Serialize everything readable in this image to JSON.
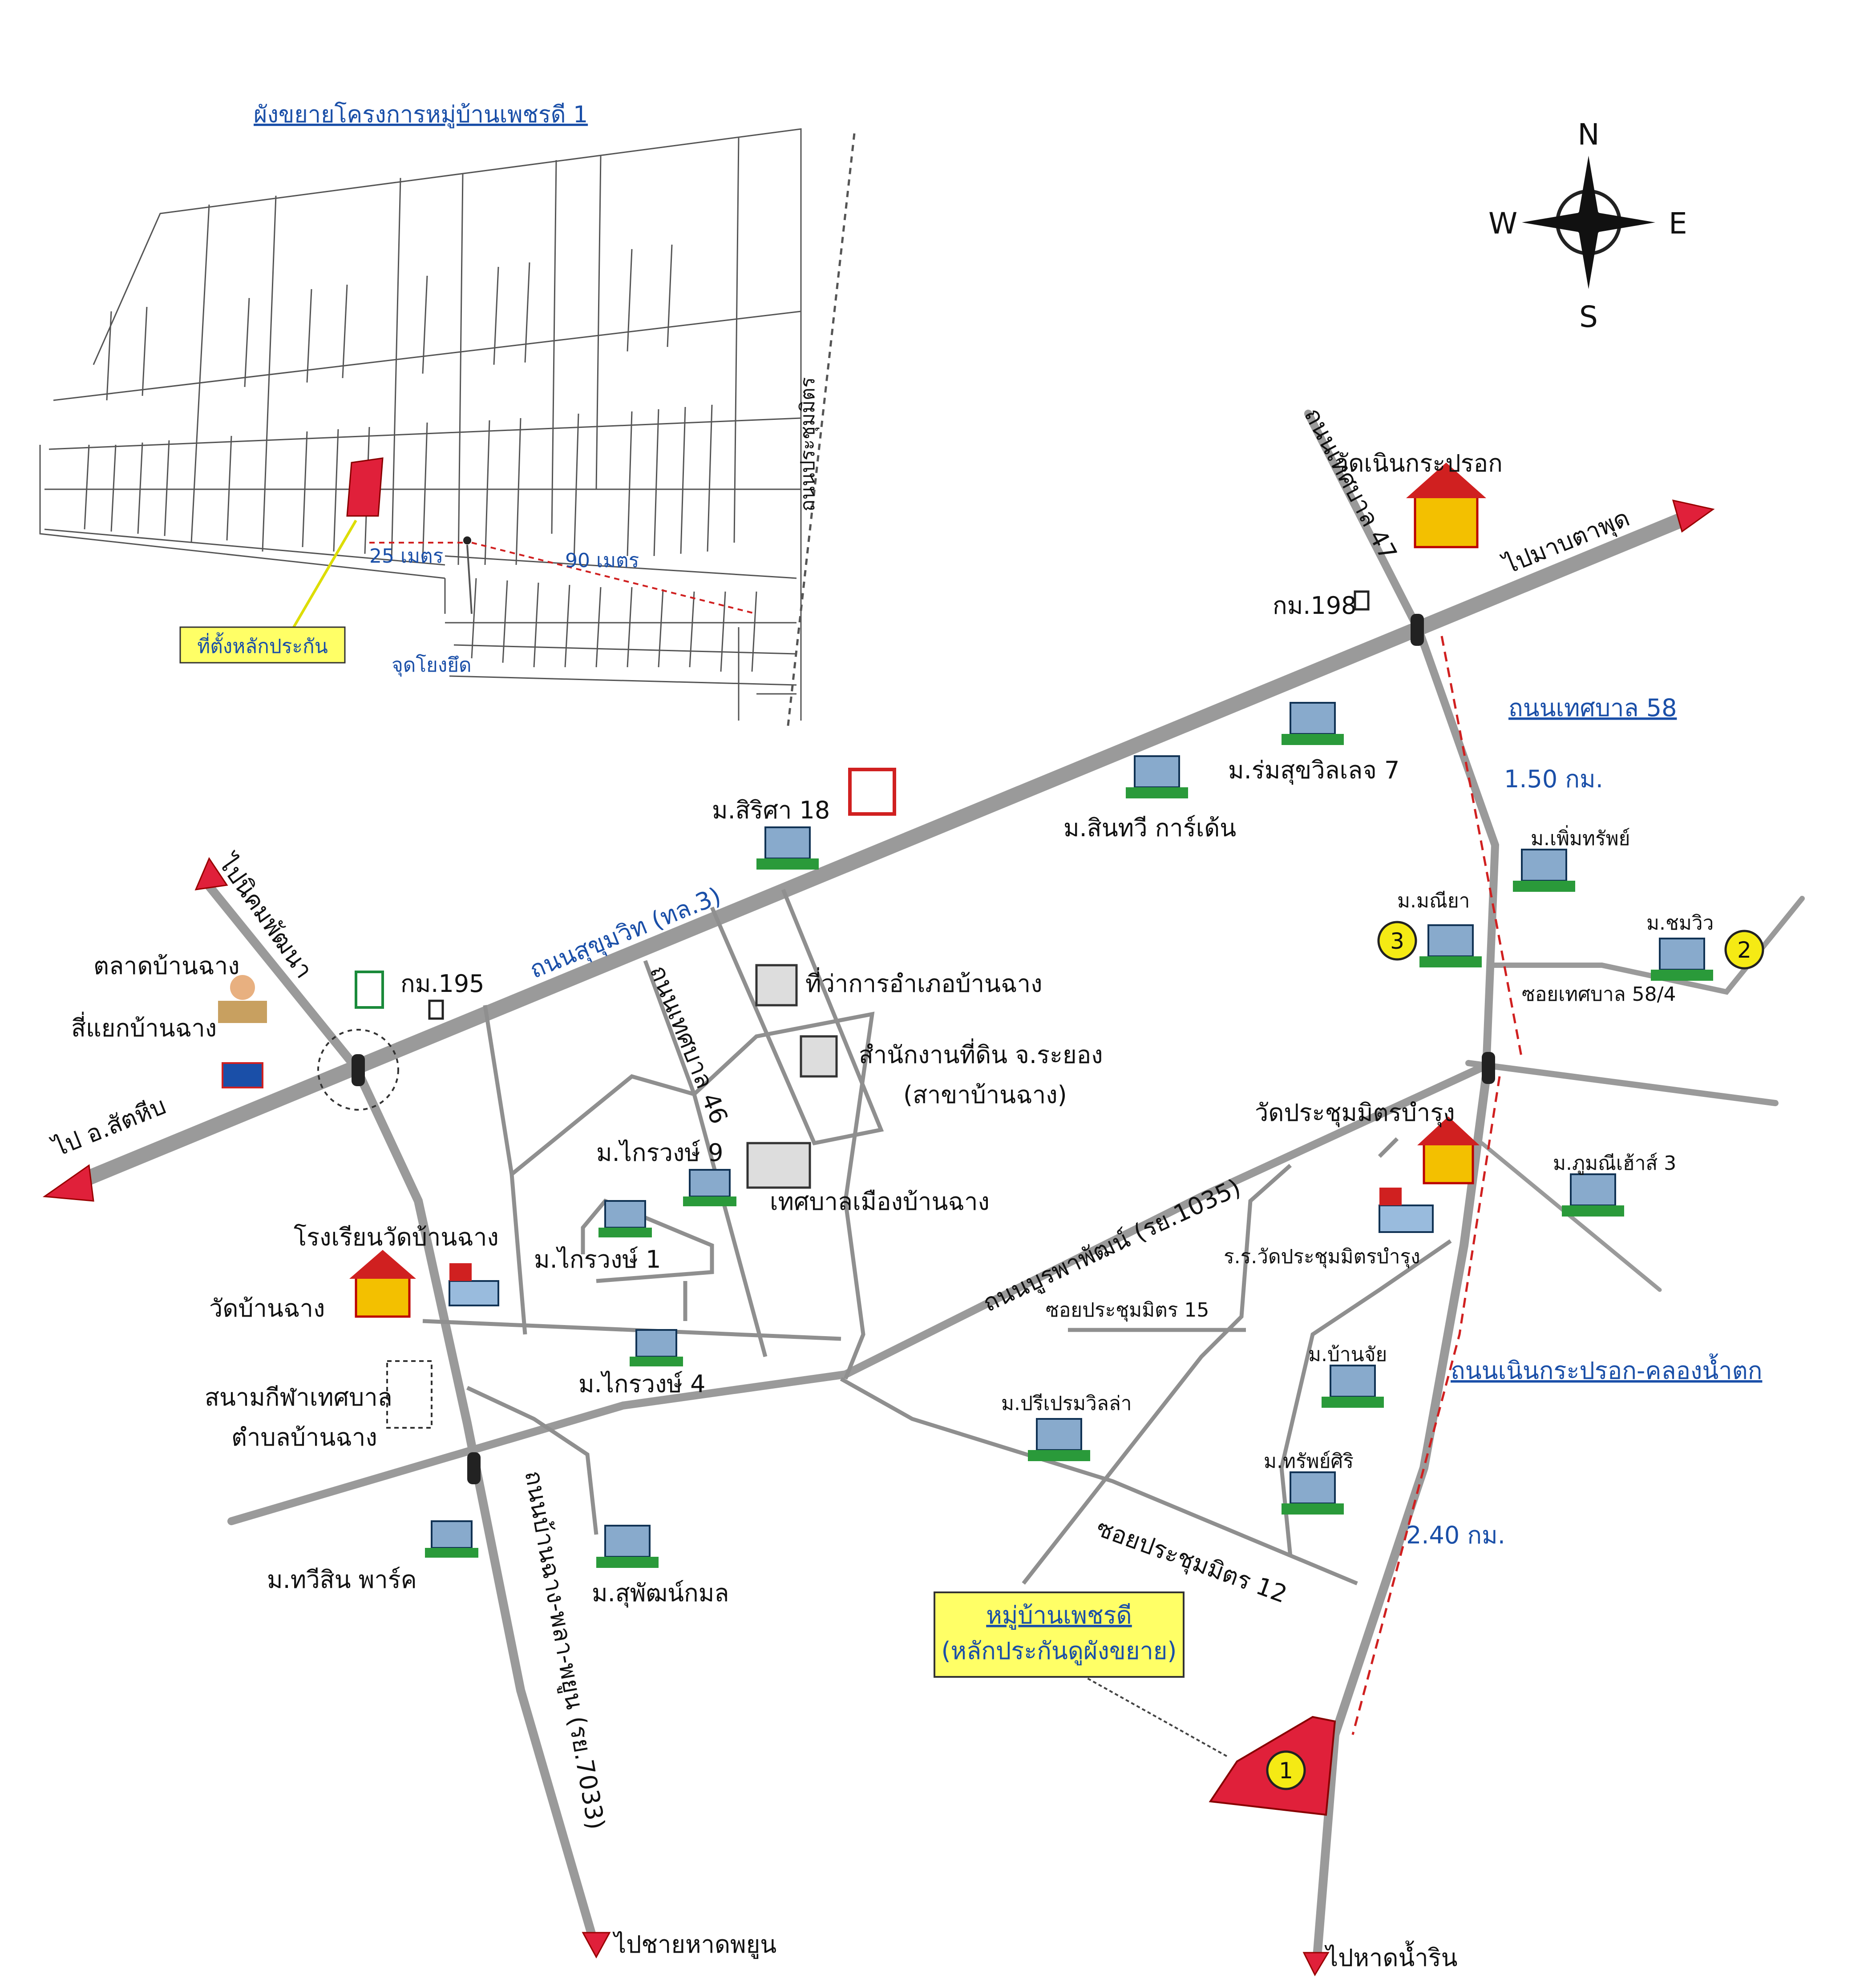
{
  "inset": {
    "title": "ผังขยายโครงการหมู่บ้านเพชรดี 1",
    "road_label": "ถนนประชุมมิตร",
    "dist_25": "25 เมตร",
    "dist_90": "90 เมตร",
    "collateral_label": "ที่ตั้งหลักประกัน",
    "anchor_label": "จุดโยงยึด"
  },
  "compass": {
    "n": "N",
    "s": "S",
    "e": "E",
    "w": "W"
  },
  "roads": {
    "sukhumvit": "ถนนสุขุมวิท (ทล.3)",
    "thesaban47": "ถนนเทศบาล 47",
    "thesaban58": "ถนนเทศบาล 58",
    "thesaban46": "ถนนเทศบาล 46",
    "burapha": "ถนนบูรพาพัฒน์ (รย.1035)",
    "noen_khlong": "ถนนเนินกระปรอก-คลองน้ำตก",
    "banchang_phla": "ถนนบ้านฉาง-พลา-พยูน (รย.7033)",
    "soi_58_4": "ซอยเทศบาล 58/4",
    "soi_pm15": "ซอยประชุมมิตร 15",
    "soi_pm12": "ซอยประชุมมิตร 12"
  },
  "directions": {
    "to_maptaphut": "ไปมาบตาพุด",
    "to_sattahip": "ไป อ.สัตหีบ",
    "to_nikhom": "ไปนิคมพัฒนา",
    "to_phayun": "ไปชายหาดพยูน",
    "to_namrin": "ไปหาดน้ำริน"
  },
  "km": {
    "km198": "กม.198",
    "km195": "กม.195",
    "dist_150": "1.50 กม.",
    "dist_240": "2.40 กม."
  },
  "places": {
    "wat_noen": "วัดเนินกระปรอก",
    "market": "ตลาดบ้านฉาง",
    "junction": "สี่แยกบ้านฉาง",
    "district_office": "ที่ว่าการอำเภอบ้านฉาง",
    "land_office": "สำนักงานที่ดิน จ.ระยอง",
    "land_office_branch": "(สาขาบ้านฉาง)",
    "municipality": "เทศบาลเมืองบ้านฉาง",
    "wat_prachum": "วัดประชุมมิตรบำรุง",
    "school_prachum": "ร.ร.วัดประชุมมิตรบำรุง",
    "school_banchang": "โรงเรียนวัดบ้านฉาง",
    "wat_banchang": "วัดบ้านฉาง",
    "stadium_1": "สนามกีฬาเทศบาล",
    "stadium_2": "ตำบลบ้านฉาง"
  },
  "villages": {
    "sirisa": "ม.สิริศา 18",
    "romsuk": "ม.ร่มสุขวิลเลจ 7",
    "sinthawee": "ม.สินทวี การ์เด้น",
    "phoemsap": "ม.เพิ่มทรัพย์",
    "maneeya": "ม.มณียา",
    "chomwiw": "ม.ชมวิว",
    "phumnee": "ม.ภูมณีเฮ้าส์ 3",
    "kraiwong9": "ม.ไกรวงษ์ 9",
    "kraiwong1": "ม.ไกรวงษ์ 1",
    "kraiwong4": "ม.ไกรวงษ์ 4",
    "banjai": "ม.บ้านจัย",
    "pripremvilla": "ม.ปรีเปรมวิลล่า",
    "supsiri": "ม.ทรัพย์ศิริ",
    "taweesin": "ม.ทวีสิน พาร์ค",
    "supatkamol": "ม.สุพัฒน์กมล"
  },
  "target": {
    "line1": "หมู่บ้านเพชรดี",
    "line2": "(หลักประกันดูผังขยาย)"
  },
  "markers": {
    "m1": "1",
    "m2": "2",
    "m3": "3"
  },
  "colors": {
    "road": "#9a9a9a",
    "label_blue": "#1a4fa8",
    "marker_yellow": "#f5ea14",
    "collateral_red": "#e0203a",
    "callout_yellow": "#ffff66"
  }
}
